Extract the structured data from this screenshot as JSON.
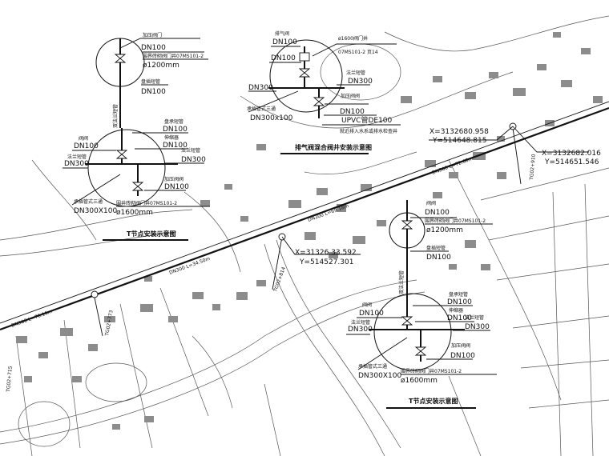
{
  "detail_top_left": {
    "valve_label": "DN100",
    "valve_tag": "加压阀门",
    "std_label": "围界砖砌阀门井07MS101-2",
    "well_size": "ø1200mm",
    "bottom_label": "DN100",
    "bottom_tag": "盘插短管",
    "vertical_tag": "双法兰短管"
  },
  "detail_left_tee": {
    "left_tag": "阀阀",
    "left_dn": "DN100",
    "main_left": "DN300",
    "main_tag": "法兰短管",
    "right_tag1": "盘承短管",
    "right_dn1": "DN100",
    "right_tag2": "伸缩器",
    "right_dn2": "DN100",
    "right_tag3": "法兰短管",
    "right_dn3": "DN300",
    "bottom_right_tag": "加压阀阀",
    "bottom_right_dn": "DN100",
    "tee_tag": "承插管式三通",
    "tee_dn": "DN300X100",
    "std_label": "围井砖砌阀门井07MS101-2",
    "well_size": "ø1600mm",
    "caption": "T节点安装示意图"
  },
  "detail_top_mid": {
    "air_tag": "排气阀",
    "dn1": "DN100",
    "dn2": "DN100",
    "well_std": "ø1600阀门井",
    "std_page": "07MS101-2  页14",
    "left_dn": "DN300",
    "right_dn": "DN300",
    "right_tag": "法兰短管",
    "tag_bottom_right": "加压阀阀",
    "dn_bottom_right": "DN100",
    "tee_tag": "承插管式三通",
    "tee_dn": "DN300x100",
    "upvc": "UPVC管DE100",
    "discharge": "就近排入水系或排水检查井",
    "caption": "排气阀混合阀井安装示意图"
  },
  "pipe_labels": {
    "seg1": "DN300 L=76.16m",
    "seg2": "DN300 L=34.50m",
    "seg3": "DN300 L=69.18m",
    "seg4": "DN300 L=72.60m",
    "node_left": "TG02+773",
    "node_mid": "TG02+814",
    "node_right": "TG02+910",
    "node_edge": "TG02+715"
  },
  "coords": {
    "mid_x": "X=31326 33.592",
    "mid_y": "Y=514527.301",
    "right1_x": "X=3132680.958",
    "right1_y": "Y=514648.815",
    "right2_x": "X=3132682.016",
    "right2_y": "Y=514651.546"
  },
  "detail_right_valve": {
    "valve_tag": "阀阀",
    "dn_top": "DN100",
    "std_label": "围界砖砌阀门井07MS101-2",
    "well_size": "ø1200mm",
    "bottom_tag": "盘插短管",
    "bottom_dn": "DN100",
    "vertical_tag": "双法兰短管"
  },
  "detail_right_tee": {
    "left_tag": "阀阀",
    "left_dn": "DN100",
    "main_left": "DN300",
    "main_tag": "法兰短管",
    "right_tag1": "盘承短管",
    "right_dn1": "DN100",
    "right_tag2": "伸缩器",
    "right_dn2": "DN100",
    "right_tag3": "法兰短管",
    "right_dn3": "DN300",
    "bottom_right_tag": "加压阀阀",
    "bottom_right_dn": "DN100",
    "tee_tag": "承插管式三通",
    "tee_dn": "DN300X100",
    "std_label": "围界砖砌阀门井07MS101-2",
    "well_size": "ø1600mm",
    "caption": "T节点安装示意图"
  }
}
